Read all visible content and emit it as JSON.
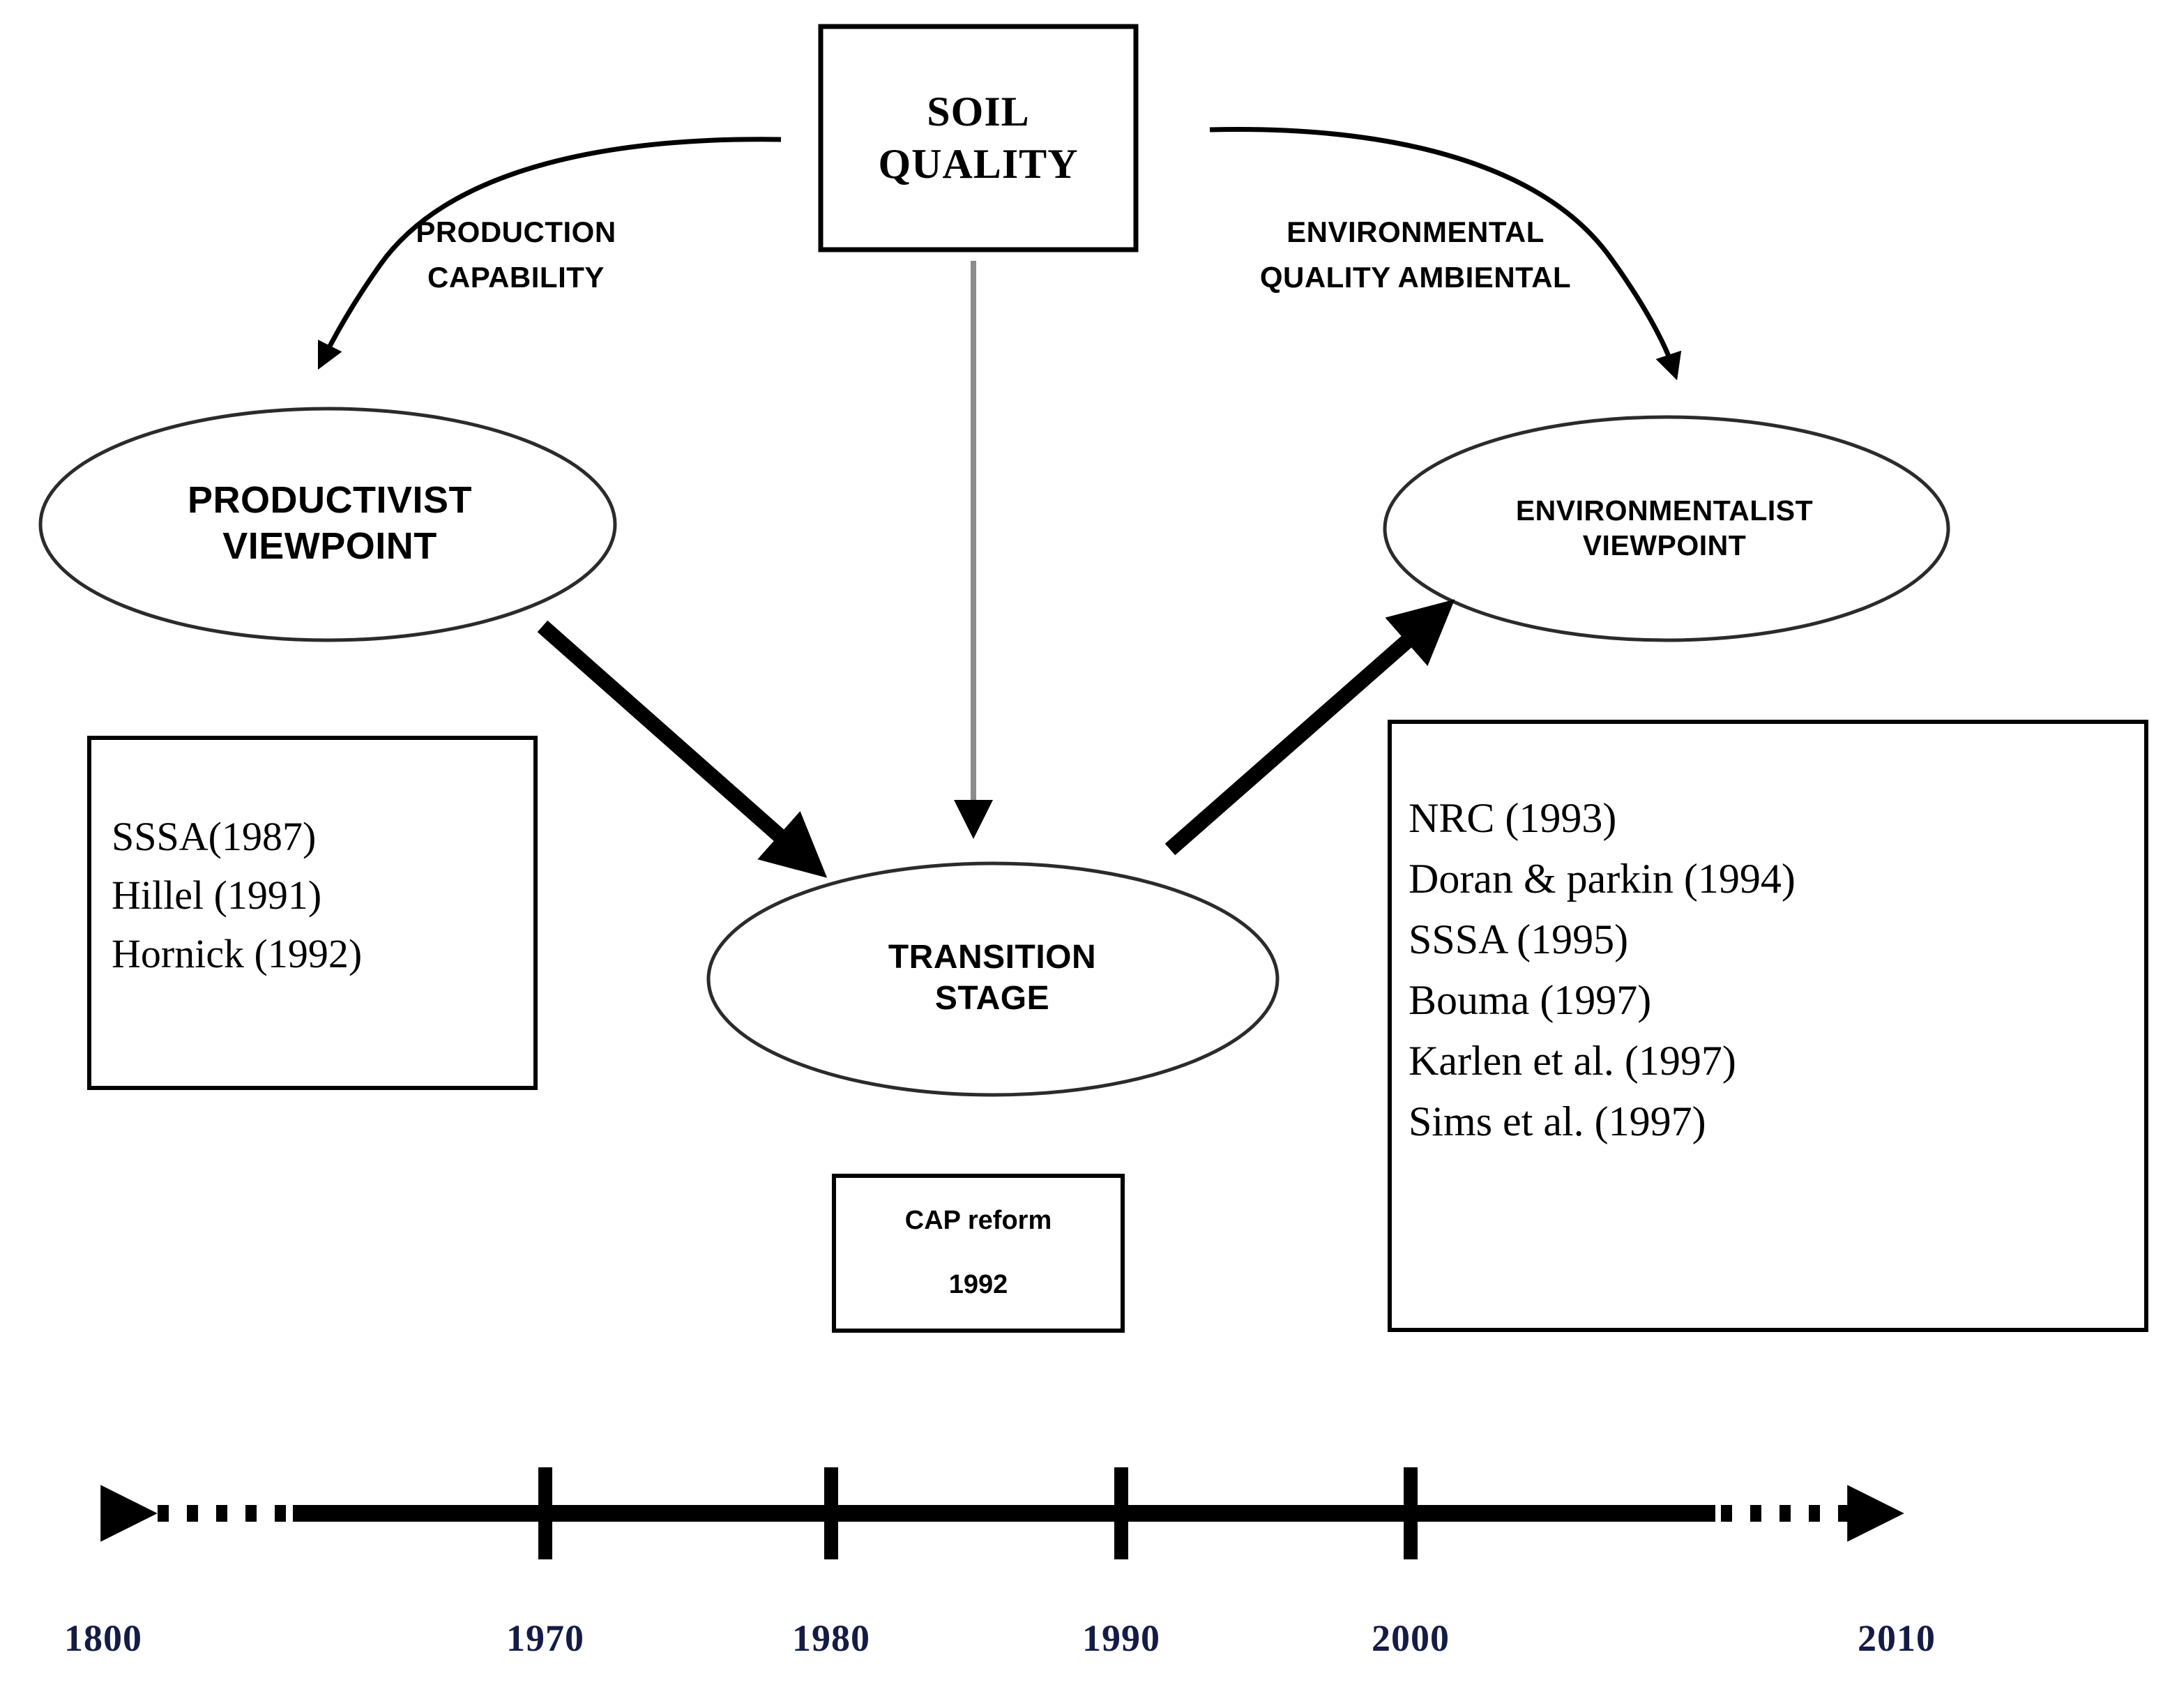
{
  "diagram": {
    "title_box": {
      "line1": "SOIL",
      "line2": "QUALITY"
    },
    "branches": {
      "left_label": "PRODUCTION\nCAPABILITY",
      "right_label": "ENVIRONMENTAL\nQUALITY AMBIENTAL"
    },
    "nodes": {
      "productivist": {
        "line1": "PRODUCTIVIST",
        "line2": "VIEWPOINT"
      },
      "environmentalist": {
        "line1": "ENVIRONMENTALIST",
        "line2": "VIEWPOINT"
      },
      "transition": {
        "line1": "TRANSITION",
        "line2": "STAGE"
      }
    },
    "cap_box": {
      "line1": "CAP reform",
      "line2": "1992"
    },
    "references_left": [
      "SSSA(1987)",
      "Hillel (1991)",
      "Hornick (1992)"
    ],
    "references_right": [
      "NRC (1993)",
      "Doran & parkin (1994)",
      "SSSA (1995)",
      "Bouma (1997)",
      "Karlen et al. (1997)",
      "Sims et al. (1997)"
    ],
    "timeline": {
      "years": [
        "1800",
        "1970",
        "1980",
        "1990",
        "2000",
        "2010"
      ],
      "tick_years": [
        "1970",
        "1980",
        "1990",
        "2000"
      ]
    },
    "colors": {
      "stroke": "#000000",
      "thin_stroke": "#808080",
      "year_text": "#141c46",
      "background": "#ffffff"
    }
  }
}
